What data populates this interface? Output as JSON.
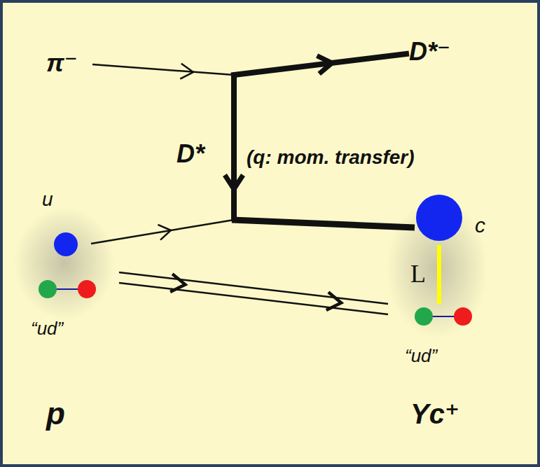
{
  "diagram": {
    "nodes": [
      {
        "text": [
          "u"
        ]
      },
      {
        "text": [
          "“ud”"
        ]
      },
      {
        "text": [
          "c"
        ]
      },
      {
        "text": [
          "“ud”"
        ]
      }
    ],
    "edges": [
      {
        "from": 0,
        "to": 2,
        "arrow": "to"
      },
      {
        "from": 1,
        "to": 3,
        "arrow": "to"
      },
      {
        "from": 2,
        "to": 3,
        "label": "L",
        "arrow": "none"
      }
    ],
    "labels": [
      "π⁻",
      "D*⁻",
      "D*",
      "(q: mom. transfer)",
      "p",
      "Yc⁺"
    ]
  }
}
